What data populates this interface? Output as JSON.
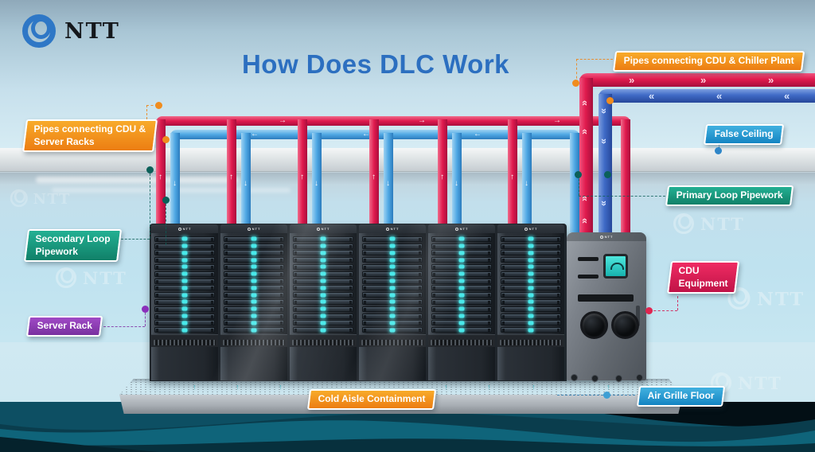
{
  "brand": {
    "name": "NTT"
  },
  "title": "How Does DLC Work",
  "tags": {
    "chiller_pipes": "Pipes connecting CDU & Chiller Plant",
    "server_pipes": "Pipes connecting CDU &\nServer Racks",
    "false_ceiling": "False Ceiling",
    "primary_loop": "Primary Loop Pipework",
    "secondary_loop": "Secondary Loop\nPipework",
    "cdu_equipment": "CDU\nEquipment",
    "server_rack": "Server Rack",
    "cold_aisle": "Cold Aisle Containment",
    "air_grille": "Air Grille Floor"
  },
  "diagram": {
    "racks": {
      "count": 6,
      "rows_per_rack": 14,
      "led_color": "#49e9ea"
    },
    "watermark_text": "NTT",
    "colors": {
      "title_blue": "#2c6fc0",
      "hot_pipe": "#e01a4e",
      "cold_pipe_primary": "#3f6ac6",
      "cold_pipe_secondary": "#4fa8e4",
      "label_orange": "#ec7d12",
      "label_blue": "#1484c2",
      "label_green": "#108068",
      "label_red": "#c01347",
      "label_purple": "#79309f"
    }
  }
}
